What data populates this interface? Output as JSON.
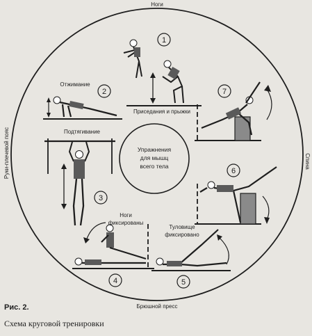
{
  "diagram": {
    "side_labels": {
      "top": "Ноги",
      "bottom": "Брюшной пресс",
      "left": "Руки-плечевой пояс",
      "right": "Спина"
    },
    "center_label": [
      "Упражнения",
      "для мышц",
      "всего тела"
    ],
    "stations": [
      {
        "number": "1",
        "label": "Приседания и прыжки"
      },
      {
        "number": "2",
        "label": "Отжимание"
      },
      {
        "number": "3",
        "label": "Подтягивание"
      },
      {
        "number": "4",
        "label": [
          "Ноги",
          "фиксированы"
        ]
      },
      {
        "number": "5",
        "label": [
          "Туловище",
          "фиксировано"
        ]
      },
      {
        "number": "6",
        "label": ""
      },
      {
        "number": "7",
        "label": ""
      }
    ]
  },
  "caption": {
    "figure_number": "Рис. 2.",
    "title": "Схема круговой тренировки"
  },
  "colors": {
    "ink": "#1e1e1e",
    "paper": "#e8e6e1",
    "figure_fill": "#5a5a5a"
  }
}
